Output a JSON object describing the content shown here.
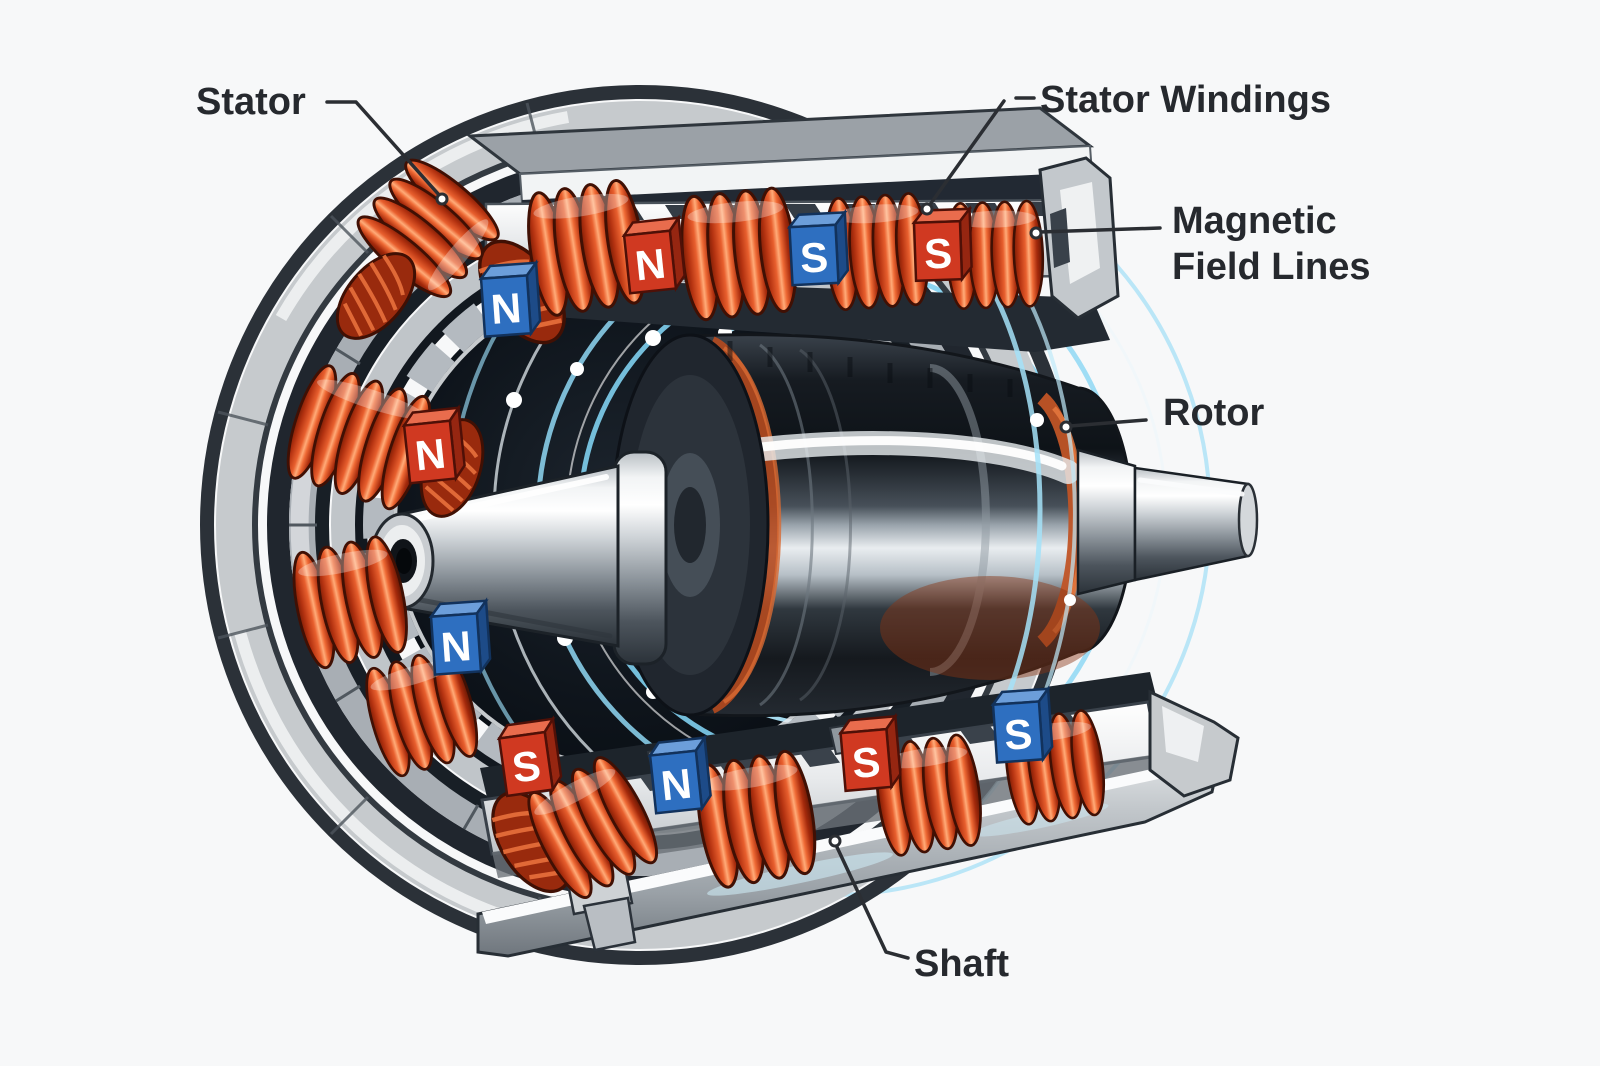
{
  "labels": {
    "stator": "Stator",
    "stator_windings": "Stator Windings",
    "magnetic_field_lines": {
      "line1": "Magnetic",
      "line2": "Field Lines"
    },
    "rotor": "Rotor",
    "shaft": "Shaft"
  },
  "markers": [
    {
      "letter": "N",
      "cube_color": "blue"
    },
    {
      "letter": "N",
      "cube_color": "red"
    },
    {
      "letter": "S",
      "cube_color": "blue"
    },
    {
      "letter": "S",
      "cube_color": "red"
    },
    {
      "letter": "N",
      "cube_color": "red"
    },
    {
      "letter": "N",
      "cube_color": "blue"
    },
    {
      "letter": "S",
      "cube_color": "red"
    },
    {
      "letter": "N",
      "cube_color": "blue"
    },
    {
      "letter": "S",
      "cube_color": "red"
    },
    {
      "letter": "S",
      "cube_color": "blue"
    }
  ],
  "palette": {
    "background": "#f7f8f9",
    "label_text": "#26292e",
    "copper": "#e85f2e",
    "copper_highlight": "#ffab78",
    "copper_shadow": "#7c1c04",
    "cube_red": "#d03921",
    "cube_blue": "#2e6fc0",
    "cube_letter": "#ffffff",
    "field_line_cyan": "#8fd8f4",
    "field_dot_white": "#ffffff",
    "steel_light": "#c6cacd",
    "steel_mid": "#9aa1a7",
    "steel_dark": "#2b3138",
    "cavity": "#0e141b"
  }
}
